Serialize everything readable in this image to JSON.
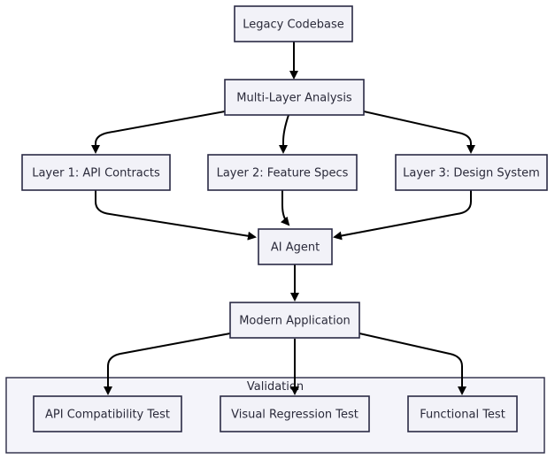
{
  "nodes": {
    "legacy": "Legacy Codebase",
    "analysis": "Multi-Layer Analysis",
    "layer1": "Layer 1: API Contracts",
    "layer2": "Layer 2: Feature Specs",
    "layer3": "Layer 3: Design System",
    "agent": "AI Agent",
    "modern": "Modern Application",
    "api_test": "API Compatibility Test",
    "visual_test": "Visual Regression Test",
    "functional_test": "Functional Test"
  },
  "cluster": {
    "validation": "Validation"
  },
  "edges": [
    [
      "legacy",
      "analysis"
    ],
    [
      "analysis",
      "layer1"
    ],
    [
      "analysis",
      "layer2"
    ],
    [
      "analysis",
      "layer3"
    ],
    [
      "layer1",
      "agent"
    ],
    [
      "layer2",
      "agent"
    ],
    [
      "layer3",
      "agent"
    ],
    [
      "agent",
      "modern"
    ],
    [
      "modern",
      "api_test"
    ],
    [
      "modern",
      "visual_test"
    ],
    [
      "modern",
      "functional_test"
    ]
  ]
}
